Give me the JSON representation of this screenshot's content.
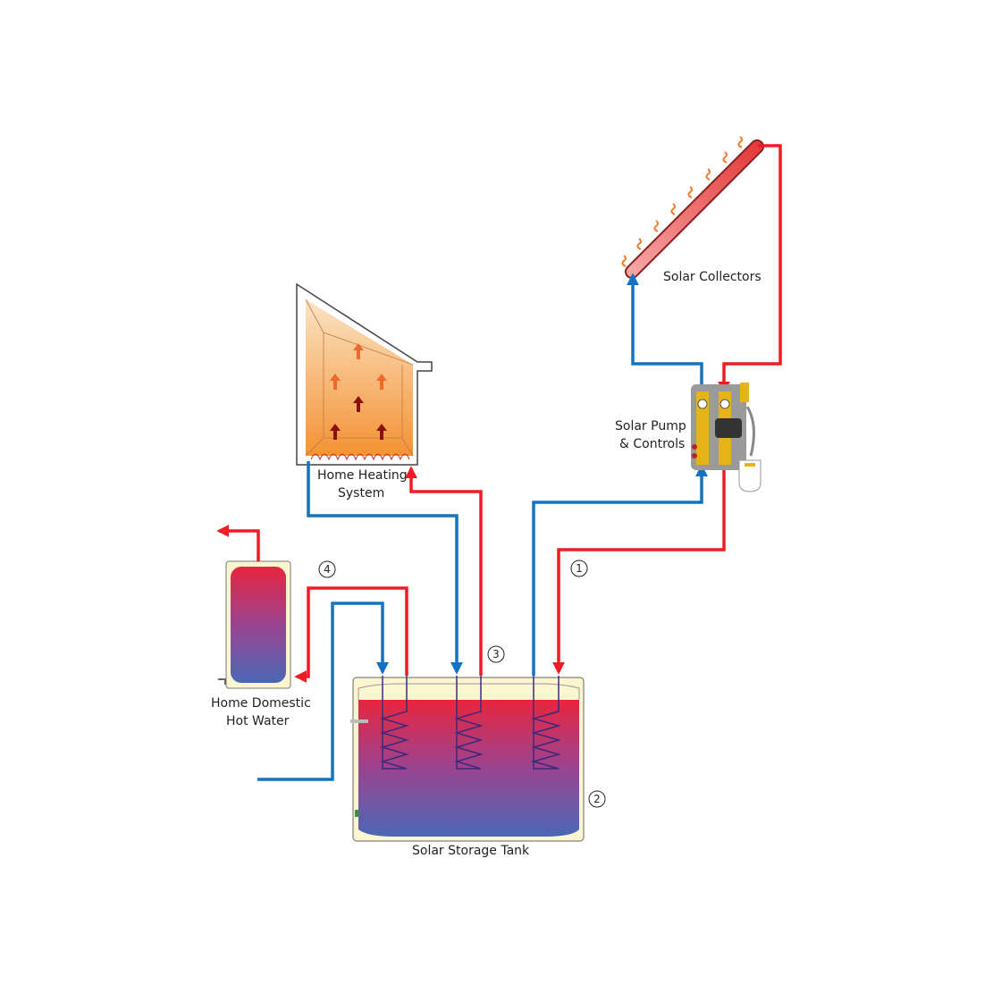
{
  "labels": {
    "collectors": "Solar Collectors",
    "pump_line1": "Solar Pump",
    "pump_line2": "& Controls",
    "heating_line1": "Home Heating",
    "heating_line2": "System",
    "dhw_line1": "Home Domestic",
    "dhw_line2": "Hot Water",
    "storage": "Solar Storage Tank"
  },
  "markers": [
    "1",
    "2",
    "3",
    "4"
  ],
  "colors": {
    "hot": "#ee1c24",
    "cold": "#1273c4",
    "tank_shell": "#fbf6d0",
    "fluid_hot": "#e8253f",
    "fluid_cold": "#4a67b5"
  }
}
